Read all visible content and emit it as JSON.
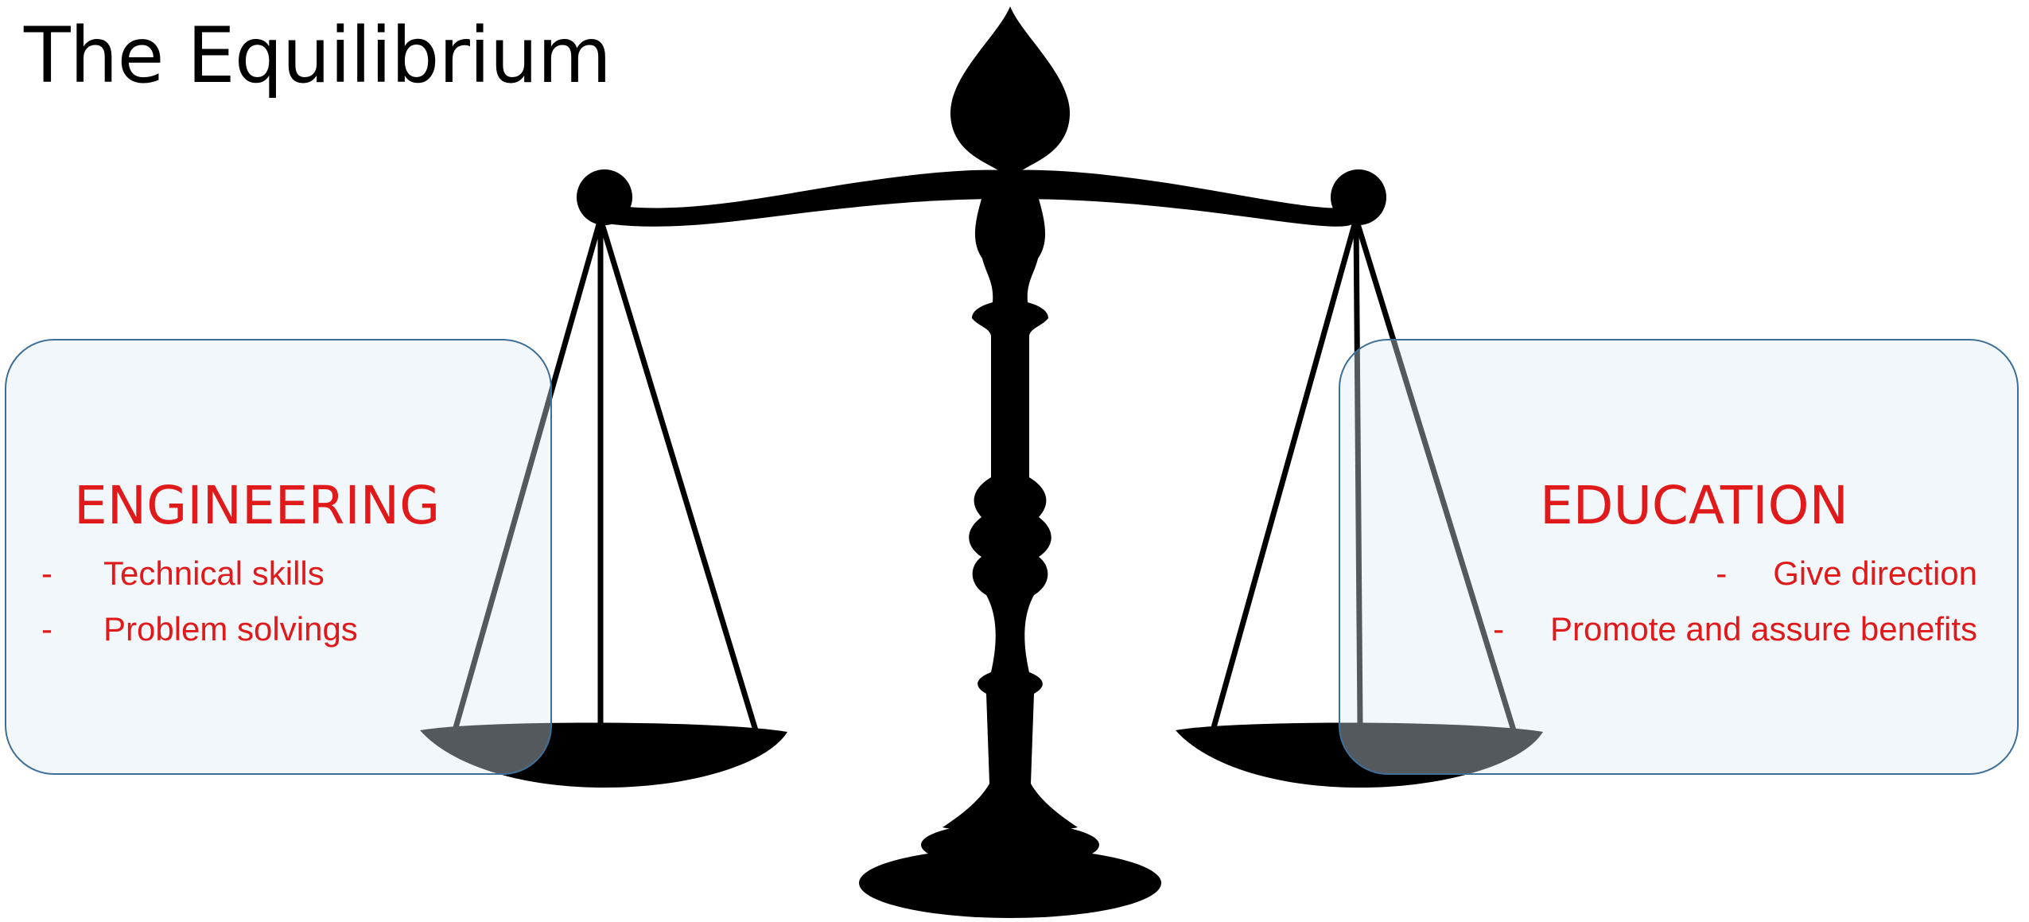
{
  "title": "The Equilibrium",
  "left_panel": {
    "heading": "ENGINEERING",
    "items": [
      {
        "marker": "-",
        "text": "Technical skills"
      },
      {
        "marker": "-",
        "text": "Problem solvings"
      }
    ]
  },
  "right_panel": {
    "heading": "EDUCATION",
    "items": [
      {
        "marker": "-",
        "text": "Give direction"
      },
      {
        "marker": "-",
        "text": "Promote and assure benefits"
      }
    ]
  },
  "colors": {
    "text_accent": "#e01a1a",
    "panel_border": "#3d6f98",
    "panel_fill": "#dde9f5",
    "scale": "#000000"
  },
  "icons": [
    "balance-scale-icon"
  ]
}
